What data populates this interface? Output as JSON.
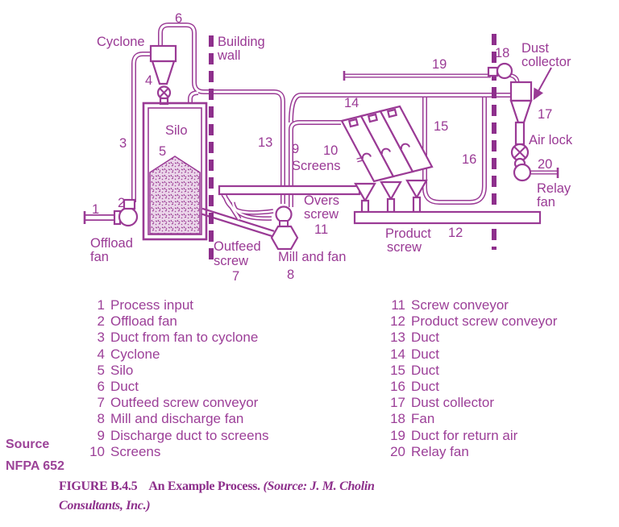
{
  "colors": {
    "line": "#9A3A95",
    "caption": "#8D2F8B",
    "pile_bg": "#EAD4E9"
  },
  "diagram": {
    "labels": {
      "n1": "1",
      "n2": "2",
      "n3": "3",
      "n4": "4",
      "n5": "5",
      "n6": "6",
      "n7": "7",
      "n8": "8",
      "n9": "9",
      "n10": "10",
      "n11": "11",
      "n12": "12",
      "n13": "13",
      "n14": "14",
      "n15": "15",
      "n16": "16",
      "n17": "17",
      "n18": "18",
      "n19": "19",
      "n20": "20",
      "cyclone": "Cyclone",
      "building1": "Building",
      "building2": "wall",
      "silo": "Silo",
      "offload1": "Offload",
      "offload2": "fan",
      "outfeed1": "Outfeed",
      "outfeed2": "screw",
      "mill": "Mill and fan",
      "overs1": "Overs",
      "overs2": "screw",
      "screens": "Screens",
      "product1": "Product",
      "product2": "screw",
      "dust1": "Dust",
      "dust2": "collector",
      "airlock": "Air lock",
      "relay1": "Relay",
      "relay2": "fan"
    }
  },
  "legend": {
    "col1": [
      {
        "n": "1",
        "label": "Process input"
      },
      {
        "n": "2",
        "label": "Offload fan"
      },
      {
        "n": "3",
        "label": "Duct from fan to cyclone"
      },
      {
        "n": "4",
        "label": "Cyclone"
      },
      {
        "n": "5",
        "label": "Silo"
      },
      {
        "n": "6",
        "label": "Duct"
      },
      {
        "n": "7",
        "label": "Outfeed screw conveyor"
      },
      {
        "n": "8",
        "label": "Mill and discharge fan"
      },
      {
        "n": "9",
        "label": "Discharge duct to screens"
      },
      {
        "n": "10",
        "label": "Screens"
      }
    ],
    "col2": [
      {
        "n": "11",
        "label": "Screw conveyor"
      },
      {
        "n": "12",
        "label": "Product screw conveyor"
      },
      {
        "n": "13",
        "label": "Duct"
      },
      {
        "n": "14",
        "label": "Duct"
      },
      {
        "n": "15",
        "label": "Duct"
      },
      {
        "n": "16",
        "label": "Duct"
      },
      {
        "n": "17",
        "label": "Dust collector"
      },
      {
        "n": "18",
        "label": "Fan"
      },
      {
        "n": "19",
        "label": "Duct for return air"
      },
      {
        "n": "20",
        "label": "Relay fan"
      }
    ]
  },
  "source": {
    "word": "Source",
    "code": "NFPA 652"
  },
  "caption": {
    "figure": "FIGURE B.4.5",
    "title": "An Example Process.",
    "source1": "(Source: J. M. Cholin",
    "source2": "Consultants, Inc.)"
  }
}
